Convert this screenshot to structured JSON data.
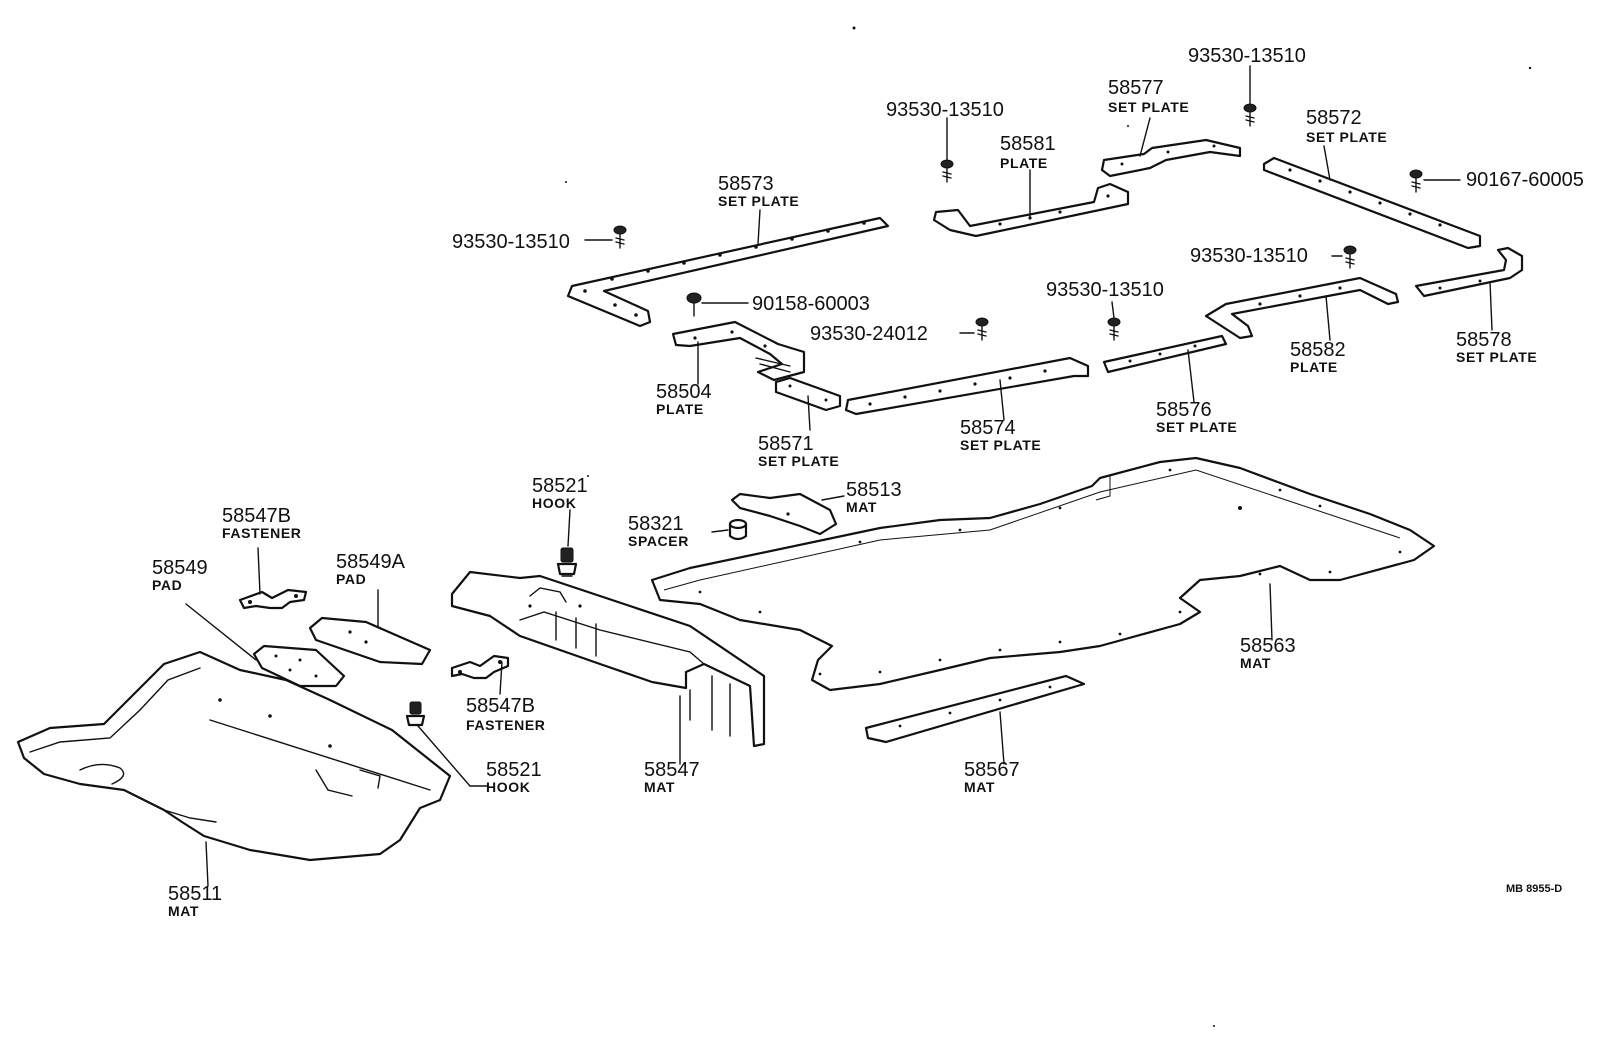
{
  "diagram_ref": "MB 8955-D",
  "parts": [
    {
      "id": "p93530_top_right",
      "number": "93530-13510",
      "name": ""
    },
    {
      "id": "p58577",
      "number": "58577",
      "name": "SET PLATE"
    },
    {
      "id": "p93530_top_mid",
      "number": "93530-13510",
      "name": ""
    },
    {
      "id": "p58581",
      "number": "58581",
      "name": "PLATE"
    },
    {
      "id": "p58572",
      "number": "58572",
      "name": "SET PLATE"
    },
    {
      "id": "p90167",
      "number": "90167-60005",
      "name": ""
    },
    {
      "id": "p58573",
      "number": "58573",
      "name": "SET PLATE"
    },
    {
      "id": "p93530_left",
      "number": "93530-13510",
      "name": ""
    },
    {
      "id": "p90158",
      "number": "90158-60003",
      "name": ""
    },
    {
      "id": "p93530_right_mid",
      "number": "93530-13510",
      "name": ""
    },
    {
      "id": "p93530_center",
      "number": "93530-13510",
      "name": ""
    },
    {
      "id": "p93530_24012",
      "number": "93530-24012",
      "name": ""
    },
    {
      "id": "p58504",
      "number": "58504",
      "name": "PLATE"
    },
    {
      "id": "p58582",
      "number": "58582",
      "name": "PLATE"
    },
    {
      "id": "p58578",
      "number": "58578",
      "name": "SET PLATE"
    },
    {
      "id": "p58574",
      "number": "58574",
      "name": "SET PLATE"
    },
    {
      "id": "p58576",
      "number": "58576",
      "name": "SET PLATE"
    },
    {
      "id": "p58571",
      "number": "58571",
      "name": "SET PLATE"
    },
    {
      "id": "p58521_top",
      "number": "58521",
      "name": "HOOK"
    },
    {
      "id": "p58513",
      "number": "58513",
      "name": "MAT"
    },
    {
      "id": "p58321",
      "number": "58321",
      "name": "SPACER"
    },
    {
      "id": "p58547B_top",
      "number": "58547B",
      "name": "FASTENER"
    },
    {
      "id": "p58549",
      "number": "58549",
      "name": "PAD"
    },
    {
      "id": "p58549A",
      "number": "58549A",
      "name": "PAD"
    },
    {
      "id": "p58547B_mid",
      "number": "58547B",
      "name": "FASTENER"
    },
    {
      "id": "p58521_bot",
      "number": "58521",
      "name": "HOOK"
    },
    {
      "id": "p58547",
      "number": "58547",
      "name": "MAT"
    },
    {
      "id": "p58563",
      "number": "58563",
      "name": "MAT"
    },
    {
      "id": "p58567",
      "number": "58567",
      "name": "MAT"
    },
    {
      "id": "p58511",
      "number": "58511",
      "name": "MAT"
    }
  ]
}
